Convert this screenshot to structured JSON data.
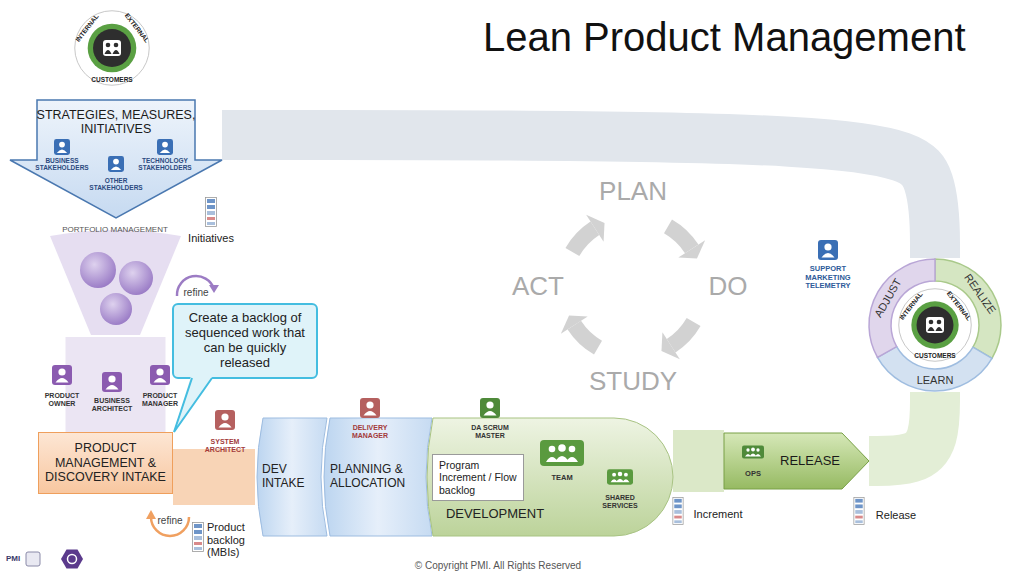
{
  "diagram": {
    "title": "Lean Product Management",
    "caption": "© Copyright PMI. All Rights Reserved",
    "nodes": [
      {
        "text": [
          "INTERNAL",
          "EXTERNAL",
          "CUSTOMERS"
        ]
      },
      {
        "text": [
          "STRATEGIES, MEASURES, INITIATIVES",
          "BUSINESS STAKEHOLDERS",
          "TECHNOLOGY STAKEHOLDERS",
          "OTHER STAKEHOLDERS"
        ]
      },
      {
        "text": [
          "PORTFOLIO MANAGEMENT"
        ]
      },
      {
        "text": [
          "Create a backlog of sequenced work that can be quickly released"
        ]
      },
      {
        "text": [
          "PRODUCT MANAGEMENT & DISCOVERY INTAKE"
        ]
      },
      {
        "text": [
          "DEV INTAKE"
        ]
      },
      {
        "text": [
          "PLANNING & ALLOCATION"
        ]
      },
      {
        "text": [
          "Program Increment / Flow backlog"
        ]
      },
      {
        "text": [
          "DEVELOPMENT"
        ]
      },
      {
        "text": [
          "RELEASE"
        ]
      },
      {
        "text": [
          "ADJUST",
          "REALIZE",
          "LEARN"
        ]
      },
      {
        "text": [
          "INTERNAL",
          "EXTERNAL",
          "CUSTOMERS"
        ],
        "in": 10
      }
    ],
    "edges": [
      {
        "from": 4,
        "to": 5,
        "arrow": "none"
      },
      {
        "from": 8,
        "to": 9,
        "arrow": "none"
      },
      {
        "from": 9,
        "to": 10,
        "arrow": "none"
      },
      {
        "from": 10,
        "to": 1,
        "arrow": "none"
      },
      {
        "from": 2,
        "to": 4,
        "arrow": "none"
      }
    ],
    "labels": [
      "Initiatives",
      "refine",
      "PRODUCT OWNER",
      "BUSINESS ARCHITECT",
      "PRODUCT MANAGER",
      "SYSTEM ARCHITECT",
      "DELIVERY MANAGER",
      "DA SCRUM MASTER",
      "TEAM",
      "SHARED SERVICES",
      "OPS",
      "PLAN",
      "DO",
      "STUDY",
      "ACT",
      "SUPPORT MARKETING TELEMETRY",
      "refine",
      "Product backlog (MBIs)",
      "Increment",
      "Release",
      "PMI"
    ]
  }
}
